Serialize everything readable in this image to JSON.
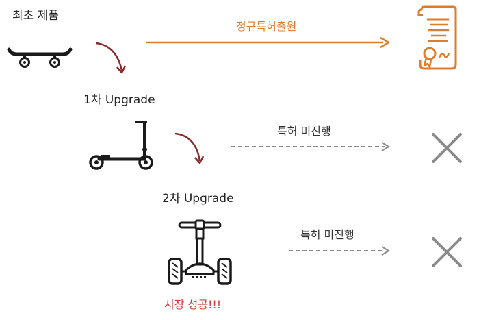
{
  "diagram": {
    "stage0": {
      "label": "최초 제품",
      "icon": "skateboard-icon"
    },
    "stage1": {
      "label": "1차 Upgrade",
      "icon": "kick-scooter-icon"
    },
    "stage2": {
      "label": "2차 Upgrade",
      "icon": "segway-icon",
      "result": "시장 성공!!!"
    },
    "patent_filed": {
      "label": "정규특허출원",
      "icon": "patent-certificate-icon"
    },
    "patent_not_pursued_1": {
      "label": "특허 미진행",
      "icon": "x-mark-icon"
    },
    "patent_not_pursued_2": {
      "label": "특허 미진행",
      "icon": "x-mark-icon"
    },
    "colors": {
      "orange": "#e07b2a",
      "dark_red": "#8b2a2a",
      "gray": "#8a8a8a",
      "success_red": "#d83a3a"
    }
  }
}
